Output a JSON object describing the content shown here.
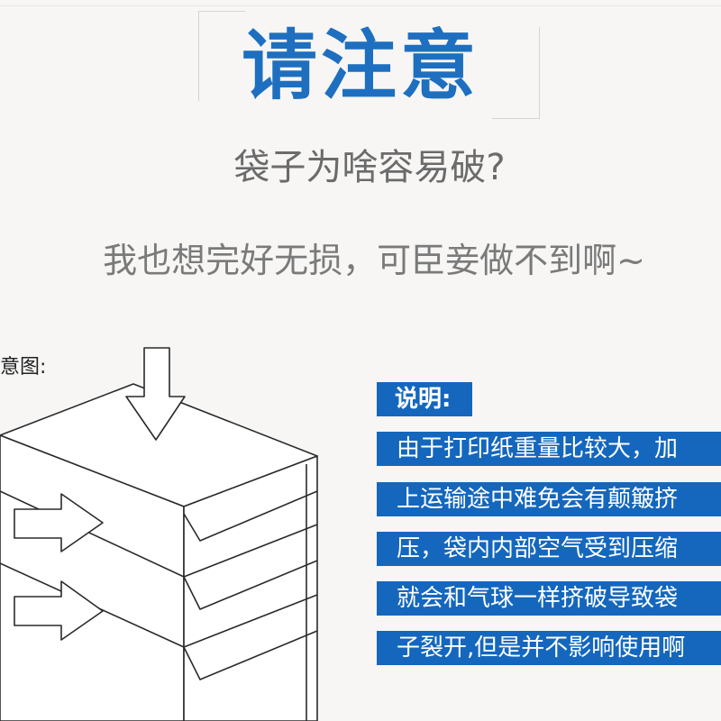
{
  "header": {
    "title": "请注意",
    "subtitle": "袋子为啥容易破?",
    "tagline": "我也想完好无损，可臣妾做不到啊~"
  },
  "diagram": {
    "label": "示意图:"
  },
  "explanation": {
    "heading": "说明:",
    "lines": [
      "由于打印纸重量比较大，加",
      "上运输途中难免会有颠簸挤",
      "压，袋内内部空气受到压缩",
      "就会和气球一样挤破导致袋",
      "子裂开,但是并不影响使用啊"
    ]
  },
  "colors": {
    "accent": "#1e6fbf",
    "box_background": "#1467bd",
    "background": "#f7f6f5"
  }
}
